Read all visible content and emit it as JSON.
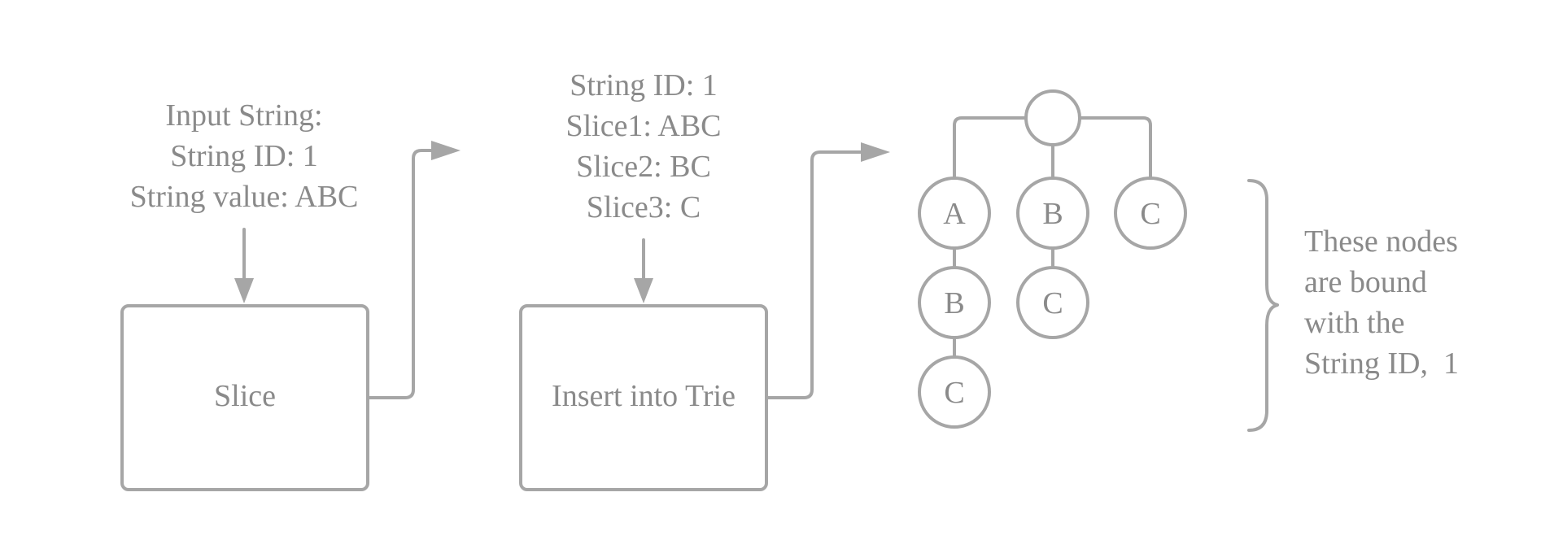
{
  "input_label": {
    "lines": [
      "Input String:",
      "String ID: 1",
      "String value: ABC"
    ]
  },
  "slice_box": {
    "label": "Slice"
  },
  "slices_label": {
    "lines": [
      "String ID: 1",
      "Slice1: ABC",
      "Slice2: BC",
      "Slice3: C"
    ]
  },
  "insert_box": {
    "label": "Insert into Trie"
  },
  "trie": {
    "root_label": "",
    "branch_a": [
      "A",
      "B",
      "C"
    ],
    "branch_b": [
      "B",
      "C"
    ],
    "branch_c": [
      "C"
    ]
  },
  "note": {
    "lines": [
      "These nodes",
      "are bound",
      "with the",
      "String ID,  1"
    ]
  }
}
